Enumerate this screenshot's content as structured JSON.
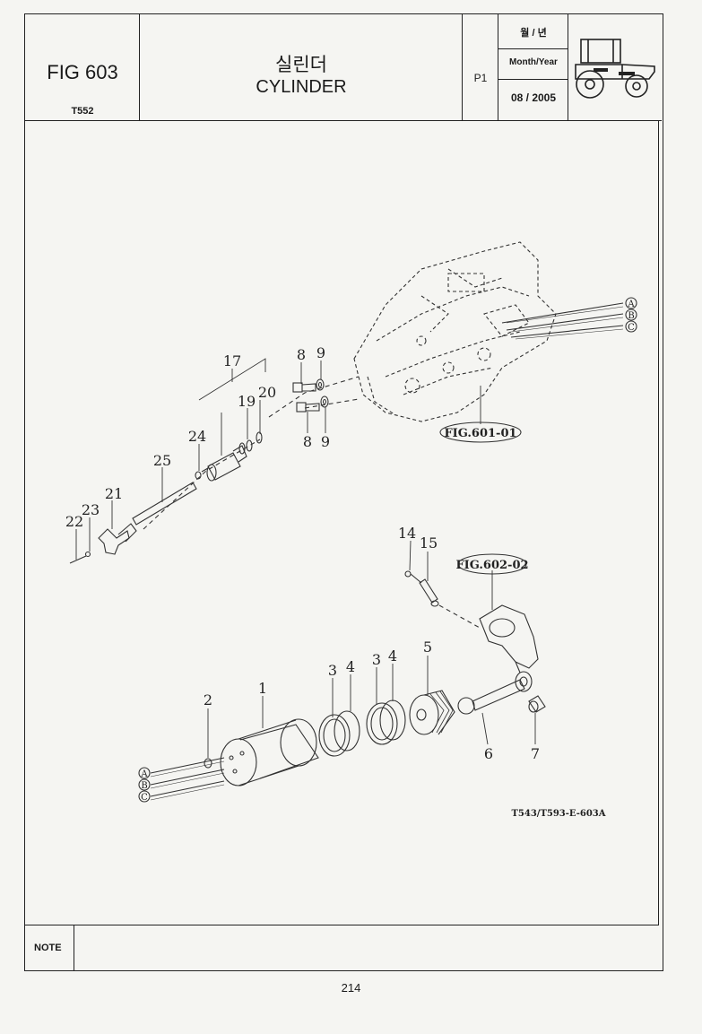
{
  "header": {
    "fig_label": "FIG 603",
    "model": "T552",
    "title_ko": "실린더",
    "title_en": "CYLINDER",
    "page": "P1",
    "date_label_ko": "월 / 년",
    "date_label_en": "Month/Year",
    "date_value": "08 / 2005",
    "thumbnail_icon": "tractor-icon"
  },
  "diagram": {
    "ref_fig_601": "FIG.601-01",
    "ref_fig_602": "FIG.602-02",
    "drawing_code": "T543/T593-E-603A",
    "connector_letters": [
      "A",
      "B",
      "C"
    ],
    "part_labels": {
      "p1": "1",
      "p2": "2",
      "p3a": "3",
      "p3b": "3",
      "p4a": "4",
      "p4b": "4",
      "p5": "5",
      "p6": "6",
      "p7": "7",
      "p8a": "8",
      "p8b": "8",
      "p9a": "9",
      "p9b": "9",
      "p14": "14",
      "p15": "15",
      "p17": "17",
      "p19": "19",
      "p20": "20",
      "p21": "21",
      "p22": "22",
      "p23": "23",
      "p24": "24",
      "p25": "25"
    }
  },
  "note": {
    "label": "NOTE",
    "text": ""
  },
  "footer": {
    "page_number": "214"
  }
}
